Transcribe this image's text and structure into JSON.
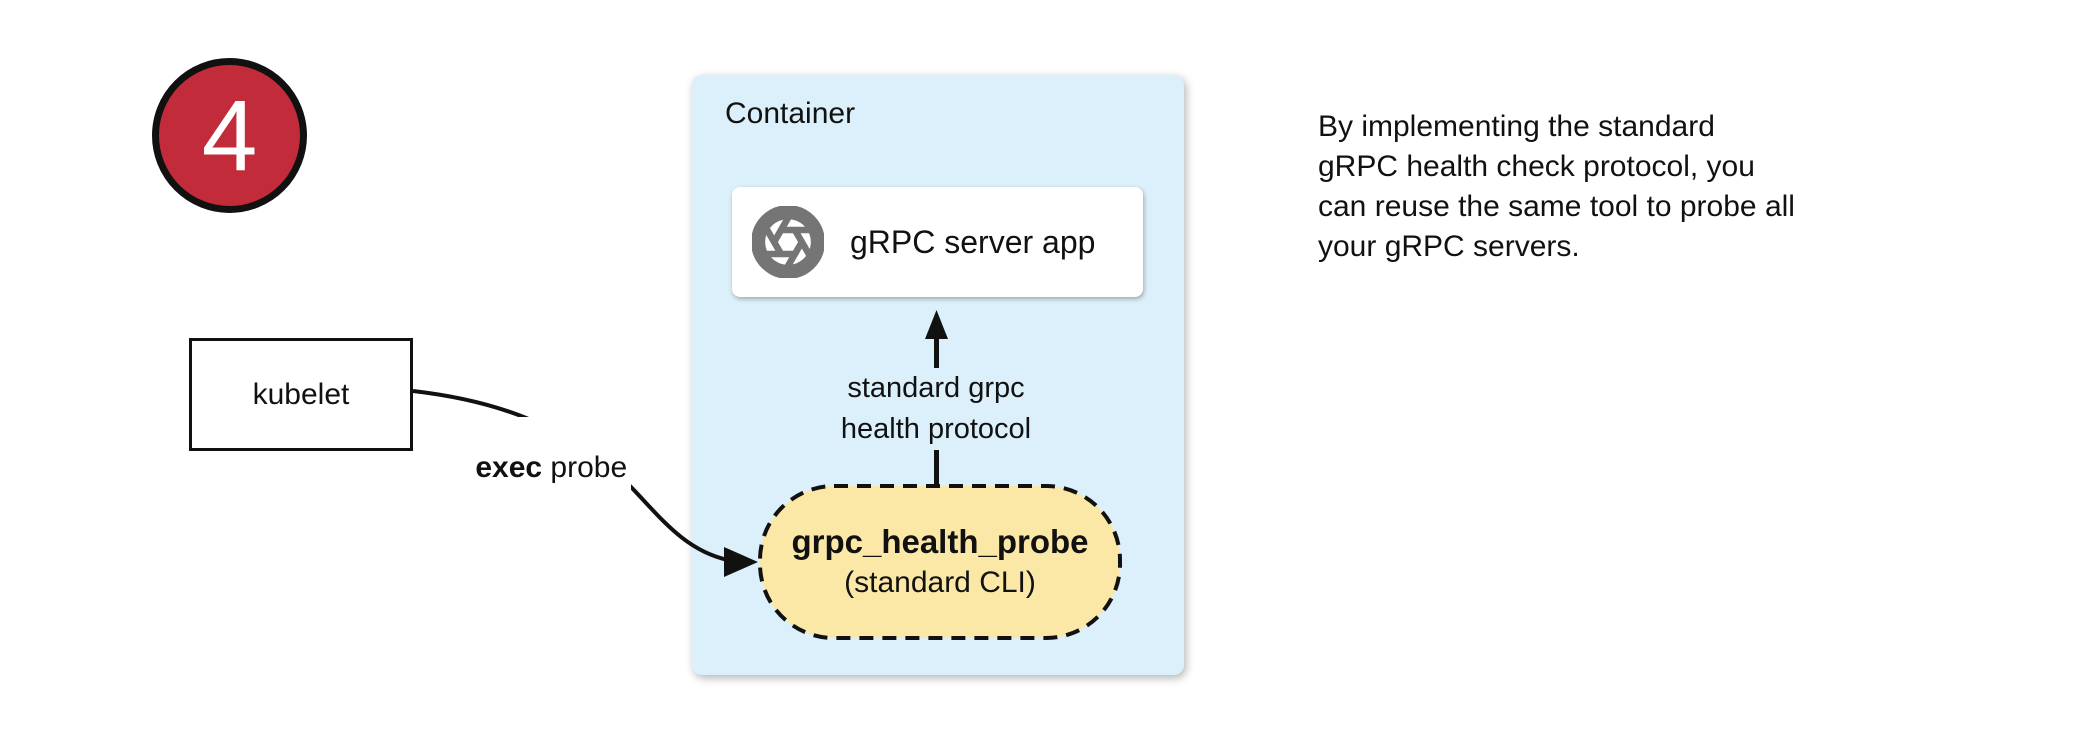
{
  "colors": {
    "badge_bg": "#c22b3a",
    "container_bg": "#dcf0fb",
    "pill_bg": "#fbe8a6",
    "icon_gray": "#757575"
  },
  "badge": {
    "number": "4"
  },
  "kubelet": {
    "label": "kubelet"
  },
  "exec_arrow": {
    "label_bold": "exec",
    "label_rest": " probe"
  },
  "container": {
    "title": "Container",
    "server_box": {
      "icon": "grpc-aperture-icon",
      "label": "gRPC server app"
    },
    "health_arrow": {
      "label": "standard grpc\nhealth protocol"
    },
    "probe_pill": {
      "name": "grpc_health_probe",
      "subtitle": "(standard CLI)"
    }
  },
  "annotation": "By implementing the standard\ngRPC health check protocol, you\ncan reuse the same tool to probe all\nyour gRPC servers."
}
